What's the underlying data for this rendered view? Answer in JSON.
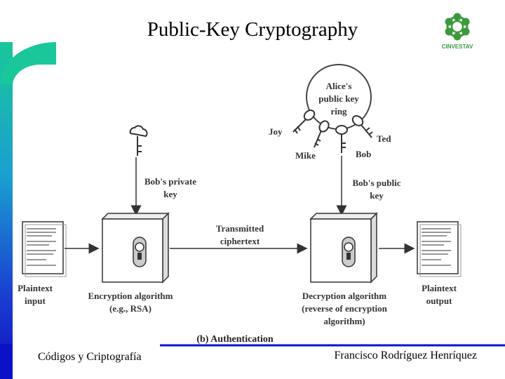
{
  "slide": {
    "title": "Public-Key Cryptography",
    "footer_left": "Códigos y Criptografía",
    "footer_right": "Francisco Rodríguez Henríquez",
    "logo_text": "CINVESTAV"
  },
  "diagram": {
    "keyring_lines": [
      "Alice's",
      "public key",
      "ring"
    ],
    "keyholders": [
      "Joy",
      "Mike",
      "Bob",
      "Ted"
    ],
    "private_key_lines": [
      "Bob's private",
      "key"
    ],
    "public_key_lines": [
      "Bob's public",
      "key"
    ],
    "transmitted_lines": [
      "Transmitted",
      "ciphertext"
    ],
    "plaintext_input_lines": [
      "Plaintext",
      "input"
    ],
    "encryption_lines": [
      "Encryption algorithm",
      "(e.g., RSA)"
    ],
    "decryption_lines": [
      "Decryption algorithm",
      "(reverse of encryption",
      "algorithm)"
    ],
    "plaintext_output_lines": [
      "Plaintext",
      "output"
    ],
    "caption": "(b) Authentication"
  },
  "colors": {
    "sidebar_top": "#19c79a",
    "sidebar_bottom": "#1010c0",
    "logo_green": "#3a9a3a",
    "diagram_stroke": "#333333"
  }
}
